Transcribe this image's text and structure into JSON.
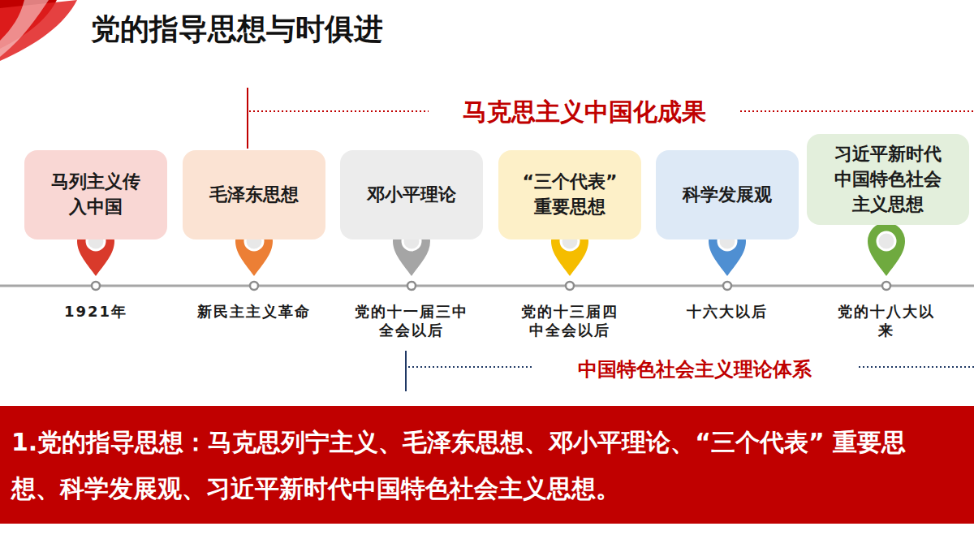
{
  "diagram": {
    "title": "党的指导思想与时俱进",
    "nodes": [
      {
        "text": [
          "马列主义传 入中国"
        ]
      },
      {
        "text": [
          "毛泽东思想"
        ]
      },
      {
        "text": [
          "邓小平理论"
        ]
      },
      {
        "text": [
          "“三个代表” 重要思想"
        ]
      },
      {
        "text": [
          "科学发展观"
        ]
      },
      {
        "text": [
          "习近平新时代 中国特色社会 主义思想"
        ]
      },
      {
        "text": [
          "1.党的指导思想：马克思列宁主义、毛泽东思想、邓小平理论、“三个代表” 重要思想、科学发展观、习近平新时代中国特色社会主义思想。"
        ]
      }
    ],
    "edges": [],
    "labels": [
      "马克思主义中国化成果",
      "1921年",
      "新民主主义革命",
      "党的十一届三中 全会以后",
      "党的十三届四 中全会以后",
      "十六大以后",
      "党的十八大以 来",
      "中国特色社会主义理论体系"
    ]
  }
}
